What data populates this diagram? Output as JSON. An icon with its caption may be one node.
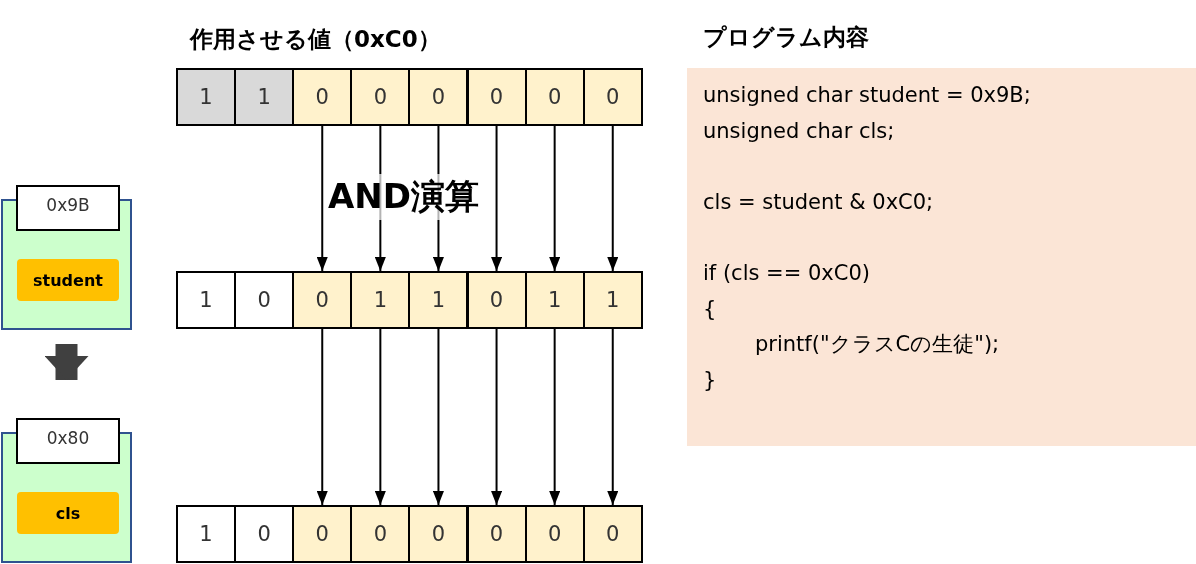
{
  "diagram": {
    "nodes": [
      {
        "text": [
          "0x9B"
        ]
      },
      {
        "text": [
          "student"
        ],
        "in": 0
      },
      {
        "text": [
          "0x80"
        ]
      },
      {
        "text": [
          "cls"
        ],
        "in": 2
      },
      {
        "text": [
          "1"
        ]
      },
      {
        "text": [
          "1"
        ]
      },
      {
        "text": [
          "0"
        ]
      },
      {
        "text": [
          "0"
        ]
      },
      {
        "text": [
          "0"
        ]
      },
      {
        "text": [
          "0"
        ]
      },
      {
        "text": [
          "0"
        ]
      },
      {
        "text": [
          "0"
        ]
      },
      {
        "text": [
          "1"
        ]
      },
      {
        "text": [
          "0"
        ]
      },
      {
        "text": [
          "0"
        ]
      },
      {
        "text": [
          "1"
        ]
      },
      {
        "text": [
          "1"
        ]
      },
      {
        "text": [
          "0"
        ]
      },
      {
        "text": [
          "1"
        ]
      },
      {
        "text": [
          "1"
        ]
      },
      {
        "text": [
          "1"
        ]
      },
      {
        "text": [
          "0"
        ]
      },
      {
        "text": [
          "0"
        ]
      },
      {
        "text": [
          "0"
        ]
      },
      {
        "text": [
          "0"
        ]
      },
      {
        "text": [
          "0"
        ]
      },
      {
        "text": [
          "0"
        ]
      },
      {
        "text": [
          "0"
        ]
      },
      {
        "text": [
          "プログラム内容",
          "unsigned char student = 0x9B;",
          "unsigned char cls;",
          "cls = student & 0xC0;",
          "if (cls == 0xC0)",
          "{",
          "printf(\"クラスCの生徒\");",
          "}"
        ]
      }
    ],
    "edges": [
      {
        "from": 0,
        "to": 2,
        "arrow": "to",
        "style": "thick",
        "color": "#404040"
      },
      {
        "from": 6,
        "to": 14,
        "arrow": "to"
      },
      {
        "from": 7,
        "to": 15,
        "arrow": "to"
      },
      {
        "from": 8,
        "to": 16,
        "arrow": "to"
      },
      {
        "from": 9,
        "to": 17,
        "arrow": "to"
      },
      {
        "from": 10,
        "to": 18,
        "arrow": "to"
      },
      {
        "from": 11,
        "to": 19,
        "arrow": "to"
      },
      {
        "from": 14,
        "to": 22,
        "arrow": "to"
      },
      {
        "from": 15,
        "to": 23,
        "arrow": "to"
      },
      {
        "from": 16,
        "to": 24,
        "arrow": "to"
      },
      {
        "from": 17,
        "to": 25,
        "arrow": "to"
      },
      {
        "from": 18,
        "to": 26,
        "arrow": "to"
      },
      {
        "from": 19,
        "to": 27,
        "arrow": "to"
      }
    ],
    "labels": [
      "作用させる値（0xC0）",
      "AND演算"
    ]
  }
}
